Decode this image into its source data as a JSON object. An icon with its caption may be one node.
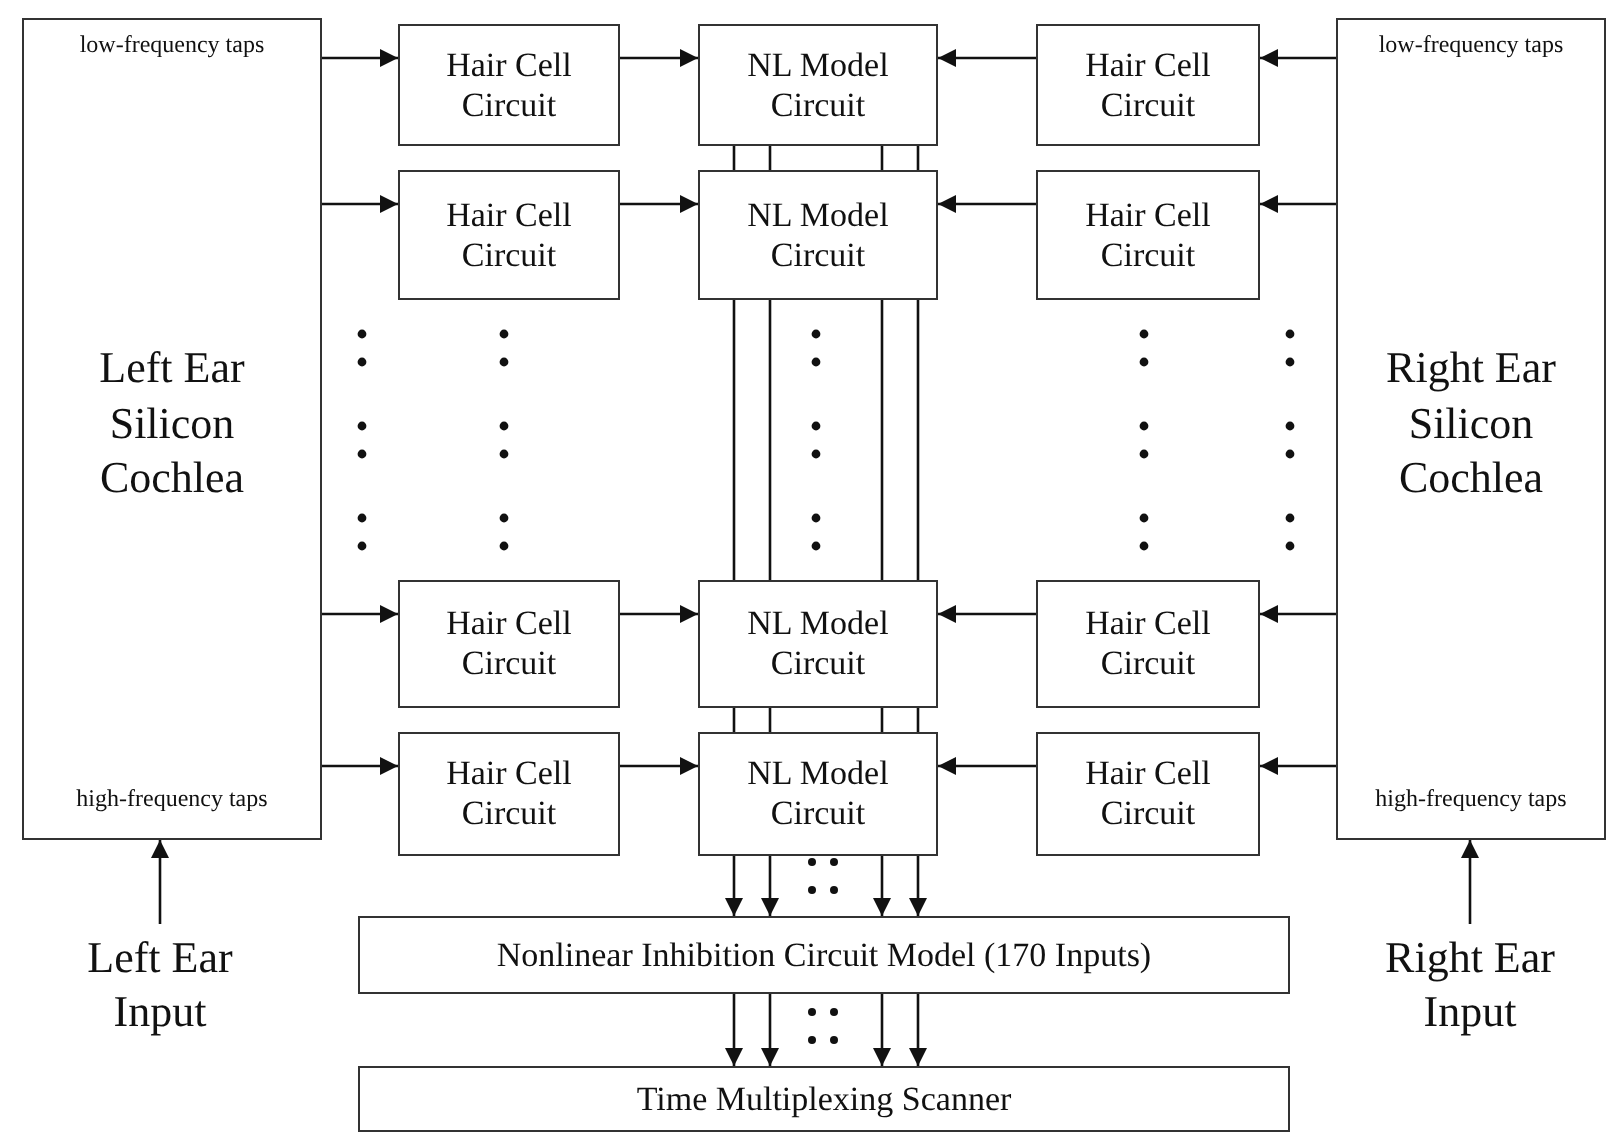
{
  "diagram": {
    "nodes": [
      {
        "text": [
          "low-frequency taps",
          "Left Ear Silicon Cochlea",
          "high-frequency taps"
        ]
      },
      {
        "text": [
          "Hair Cell Circuit"
        ]
      },
      {
        "text": [
          "NL Model Circuit"
        ]
      },
      {
        "text": [
          "Hair Cell Circuit"
        ]
      },
      {
        "text": [
          "Hair Cell Circuit"
        ]
      },
      {
        "text": [
          "NL Model Circuit"
        ]
      },
      {
        "text": [
          "Hair Cell Circuit"
        ]
      },
      {
        "text": [
          "Hair Cell Circuit"
        ]
      },
      {
        "text": [
          "NL Model Circuit"
        ]
      },
      {
        "text": [
          "Hair Cell Circuit"
        ]
      },
      {
        "text": [
          "Hair Cell Circuit"
        ]
      },
      {
        "text": [
          "NL Model Circuit"
        ]
      },
      {
        "text": [
          "Hair Cell Circuit"
        ]
      },
      {
        "text": [
          "low-frequency taps",
          "Right Ear Silicon Cochlea",
          "high-frequency taps"
        ]
      },
      {
        "text": [
          "Nonlinear Inhibition Circuit Model (170 Inputs)"
        ]
      },
      {
        "text": [
          "Time Multiplexing Scanner"
        ]
      },
      {
        "text": [
          "Left Ear Input"
        ]
      },
      {
        "text": [
          "Right Ear Input"
        ]
      }
    ],
    "edges": [
      {
        "from": 0,
        "to": 1,
        "arrow": "to"
      },
      {
        "from": 1,
        "to": 2,
        "arrow": "to"
      },
      {
        "from": 3,
        "to": 2,
        "arrow": "to"
      },
      {
        "from": 13,
        "to": 3,
        "arrow": "to"
      },
      {
        "from": 0,
        "to": 4,
        "arrow": "to"
      },
      {
        "from": 4,
        "to": 5,
        "arrow": "to"
      },
      {
        "from": 6,
        "to": 5,
        "arrow": "to"
      },
      {
        "from": 13,
        "to": 6,
        "arrow": "to"
      },
      {
        "from": 0,
        "to": 7,
        "arrow": "to"
      },
      {
        "from": 7,
        "to": 8,
        "arrow": "to"
      },
      {
        "from": 9,
        "to": 8,
        "arrow": "to"
      },
      {
        "from": 13,
        "to": 9,
        "arrow": "to"
      },
      {
        "from": 0,
        "to": 10,
        "arrow": "to"
      },
      {
        "from": 10,
        "to": 11,
        "arrow": "to"
      },
      {
        "from": 12,
        "to": 11,
        "arrow": "to"
      },
      {
        "from": 13,
        "to": 12,
        "arrow": "to"
      },
      {
        "from": 2,
        "to": 5,
        "arrow": "none"
      },
      {
        "from": 2,
        "to": 5,
        "arrow": "none"
      },
      {
        "from": 2,
        "to": 5,
        "arrow": "none"
      },
      {
        "from": 2,
        "to": 5,
        "arrow": "none"
      },
      {
        "from": 5,
        "to": 8,
        "arrow": "none"
      },
      {
        "from": 5,
        "to": 8,
        "arrow": "none"
      },
      {
        "from": 5,
        "to": 8,
        "arrow": "none"
      },
      {
        "from": 5,
        "to": 8,
        "arrow": "none"
      },
      {
        "from": 8,
        "to": 11,
        "arrow": "none"
      },
      {
        "from": 8,
        "to": 11,
        "arrow": "none"
      },
      {
        "from": 8,
        "to": 11,
        "arrow": "none"
      },
      {
        "from": 8,
        "to": 11,
        "arrow": "none"
      },
      {
        "from": 11,
        "to": 14,
        "arrow": "to"
      },
      {
        "from": 11,
        "to": 14,
        "arrow": "to"
      },
      {
        "from": 11,
        "to": 14,
        "arrow": "to"
      },
      {
        "from": 11,
        "to": 14,
        "arrow": "to"
      },
      {
        "from": 14,
        "to": 15,
        "arrow": "to"
      },
      {
        "from": 14,
        "to": 15,
        "arrow": "to"
      },
      {
        "from": 14,
        "to": 15,
        "arrow": "to"
      },
      {
        "from": 14,
        "to": 15,
        "arrow": "to"
      },
      {
        "from": 16,
        "to": 0,
        "arrow": "to"
      },
      {
        "from": 17,
        "to": 13,
        "arrow": "to"
      }
    ]
  }
}
